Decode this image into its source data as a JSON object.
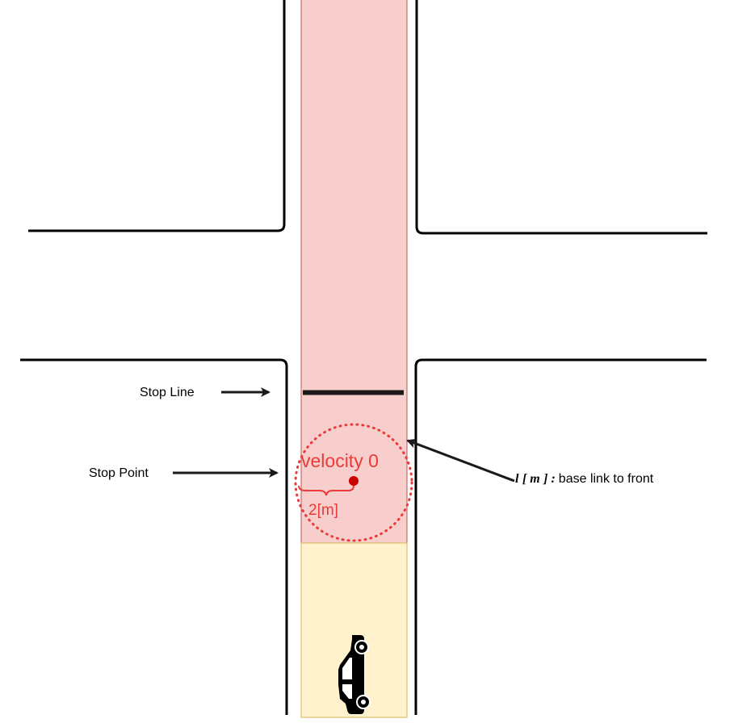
{
  "labels": {
    "stop_line": "Stop Line",
    "stop_point": "Stop Point",
    "velocity": "velocity 0",
    "distance": "2[m]",
    "annotation_var": "l",
    "annotation_open": " [ ",
    "annotation_unit": "m",
    "annotation_close": " ] : ",
    "annotation_desc": "base link to front"
  },
  "icons": {
    "vehicle": "car-icon",
    "stop_marker": "dot-icon"
  },
  "colors": {
    "lane_red_fill": "#f8cecc",
    "lane_red_stroke": "#b85450",
    "lane_yellow_fill": "#fff2cc",
    "lane_yellow_stroke": "#d6b656",
    "accent_red": "#ea3a3a",
    "stop_dot": "#cc0000",
    "line": "#000000"
  }
}
